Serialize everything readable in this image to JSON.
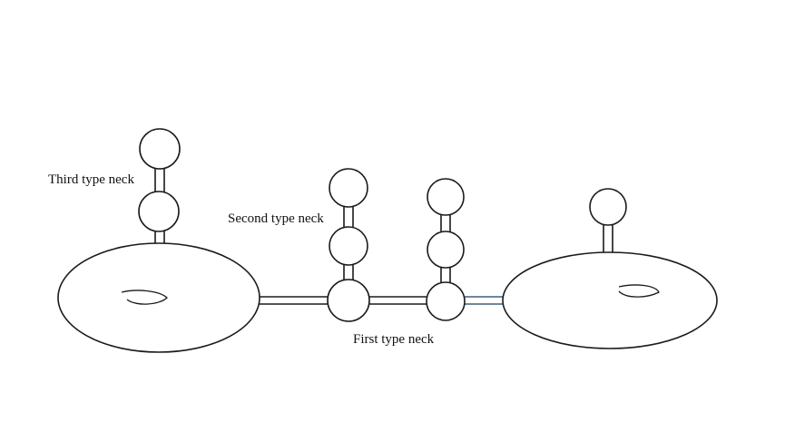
{
  "diagram": {
    "labels": {
      "third_type_neck": "Third type neck",
      "second_type_neck": "Second type neck",
      "first_type_neck": "First type neck"
    },
    "colors": {
      "stroke": "#1a1a1a",
      "connector_accent": "#3f5f7f",
      "background": "#ffffff"
    }
  }
}
